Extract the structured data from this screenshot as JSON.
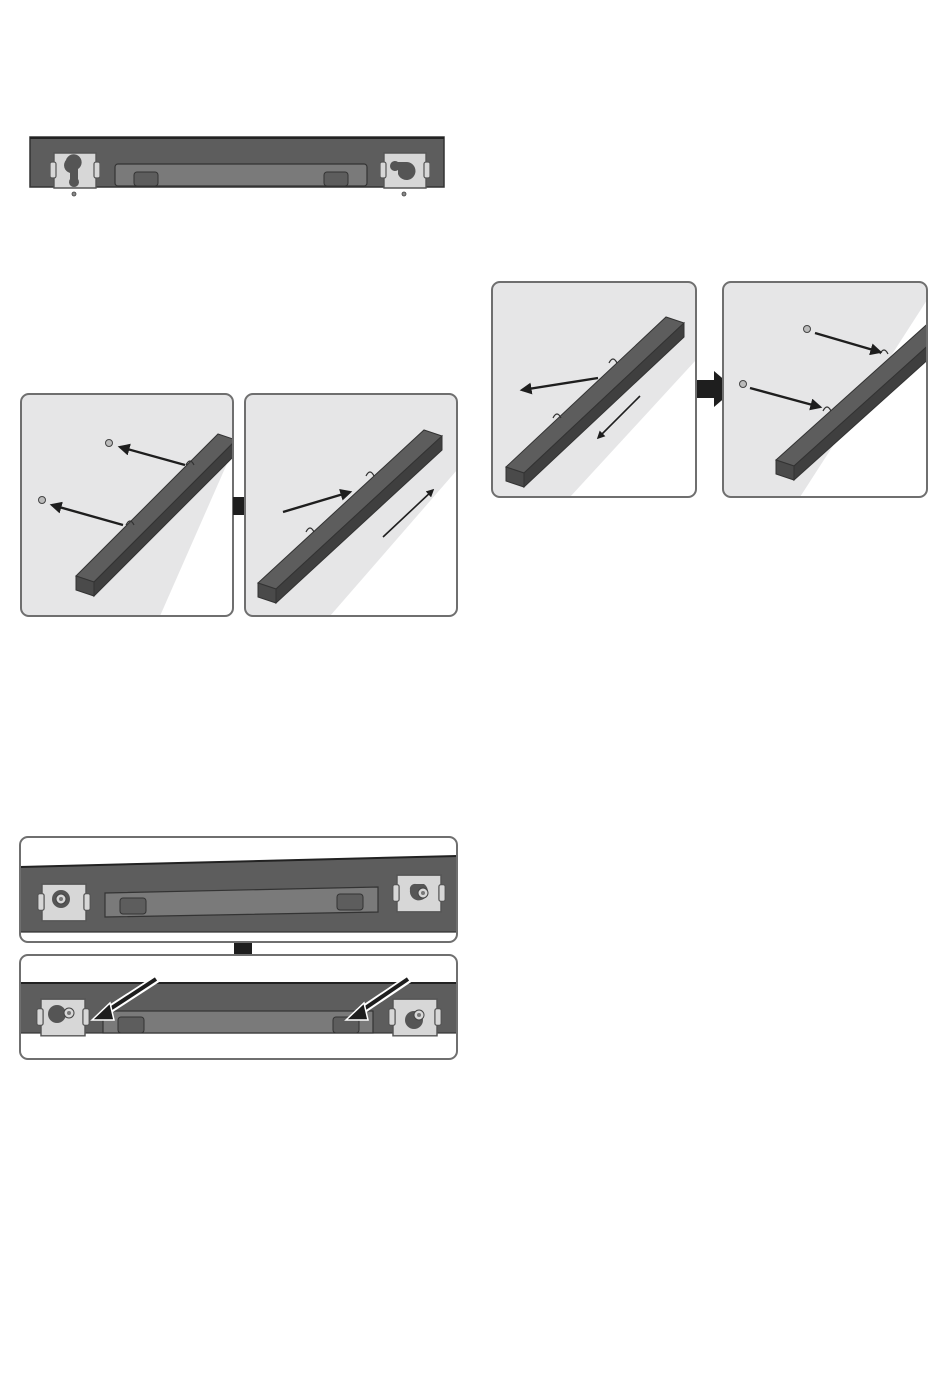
{
  "page": {
    "background": "#ffffff",
    "figures": [
      {
        "name": "bracket-closeup-top"
      },
      {
        "name": "wall-mount-step-left"
      },
      {
        "name": "wall-mount-step-right"
      },
      {
        "name": "bracket-slide-lock"
      }
    ]
  },
  "colors": {
    "bar": "#5d5d5d",
    "bar_dark": "#3f3f3f",
    "bar_light": "#7a7a7a",
    "wall": "#e6e6e7",
    "panel_border": "#6f6f6f",
    "bracket": "#d9d9d9",
    "arrow": "#1e1e1e"
  },
  "icons": [
    "arrow-right-icon",
    "arrow-down-icon",
    "mounting-arrow-icon"
  ]
}
